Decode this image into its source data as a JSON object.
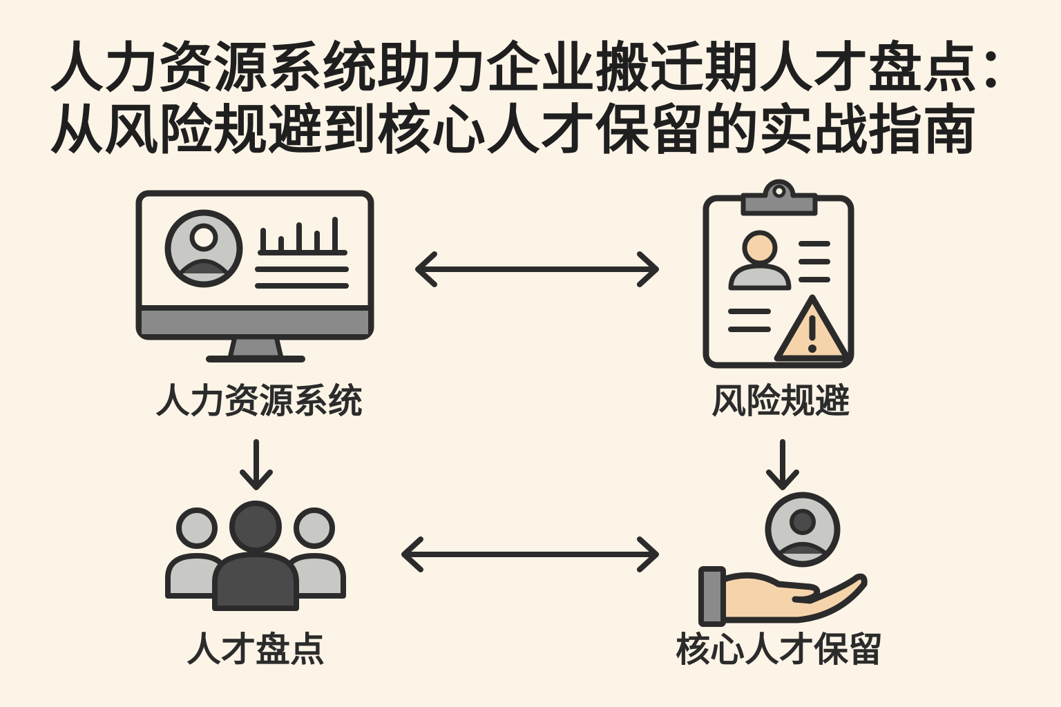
{
  "title": {
    "line1": "人力资源系统助力企业搬迁期人才盘点：",
    "line2": "从风险规避到核心人才保留的实战指南"
  },
  "nodes": {
    "hr_system": {
      "label": "人力资源系统",
      "icon": "computer-monitor-icon"
    },
    "risk_avoidance": {
      "label": "风险规避",
      "icon": "clipboard-warning-icon"
    },
    "talent_inventory": {
      "label": "人才盘点",
      "icon": "people-group-icon"
    },
    "core_retention": {
      "label": "核心人才保留",
      "icon": "hand-holding-person-icon"
    }
  },
  "connectors": [
    {
      "from": "hr_system",
      "to": "risk_avoidance",
      "type": "bidirectional"
    },
    {
      "from": "hr_system",
      "to": "talent_inventory",
      "type": "down"
    },
    {
      "from": "risk_avoidance",
      "to": "core_retention",
      "type": "down"
    },
    {
      "from": "talent_inventory",
      "to": "core_retention",
      "type": "bidirectional"
    }
  ],
  "colors": {
    "background": "#fcf4e7",
    "outline": "#2b2b2b",
    "gray": "#8a8a8a",
    "light_gray": "#c8c8c4",
    "dark_gray": "#4a4a4a",
    "skin": "#f6d4ab"
  }
}
